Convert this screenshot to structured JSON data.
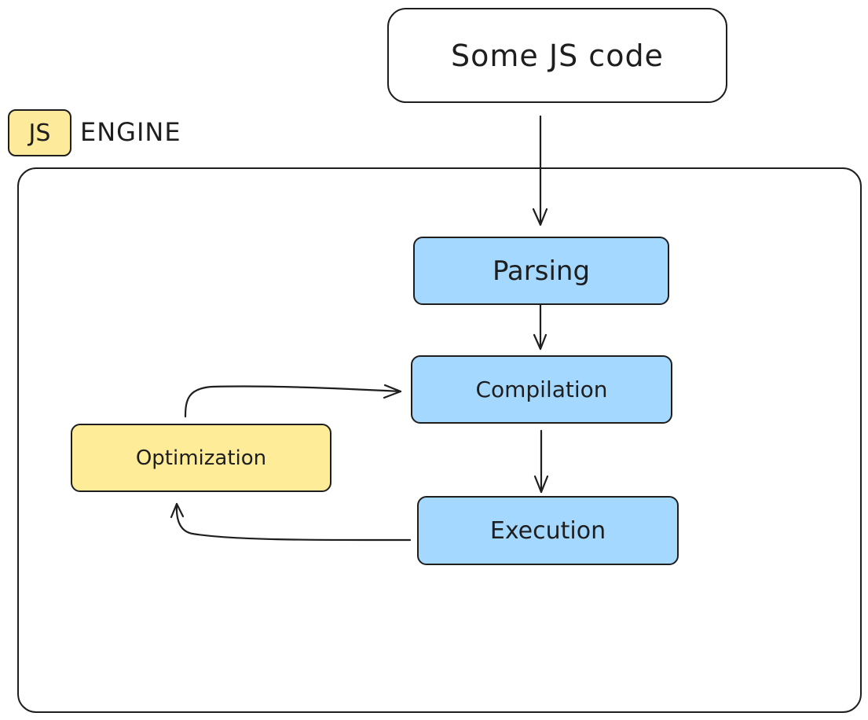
{
  "diagram": {
    "source_label": "Some JS code",
    "engine": {
      "badge": "JS",
      "label": "ENGINE"
    },
    "stages": {
      "parsing": "Parsing",
      "compilation": "Compilation",
      "execution": "Execution",
      "optimization": "Optimization"
    },
    "colors": {
      "stage_fill": "#a5d8ff",
      "optimization_fill": "#ffec99",
      "badge_fill": "#fdea9b",
      "stroke": "#1e1e1e"
    }
  }
}
